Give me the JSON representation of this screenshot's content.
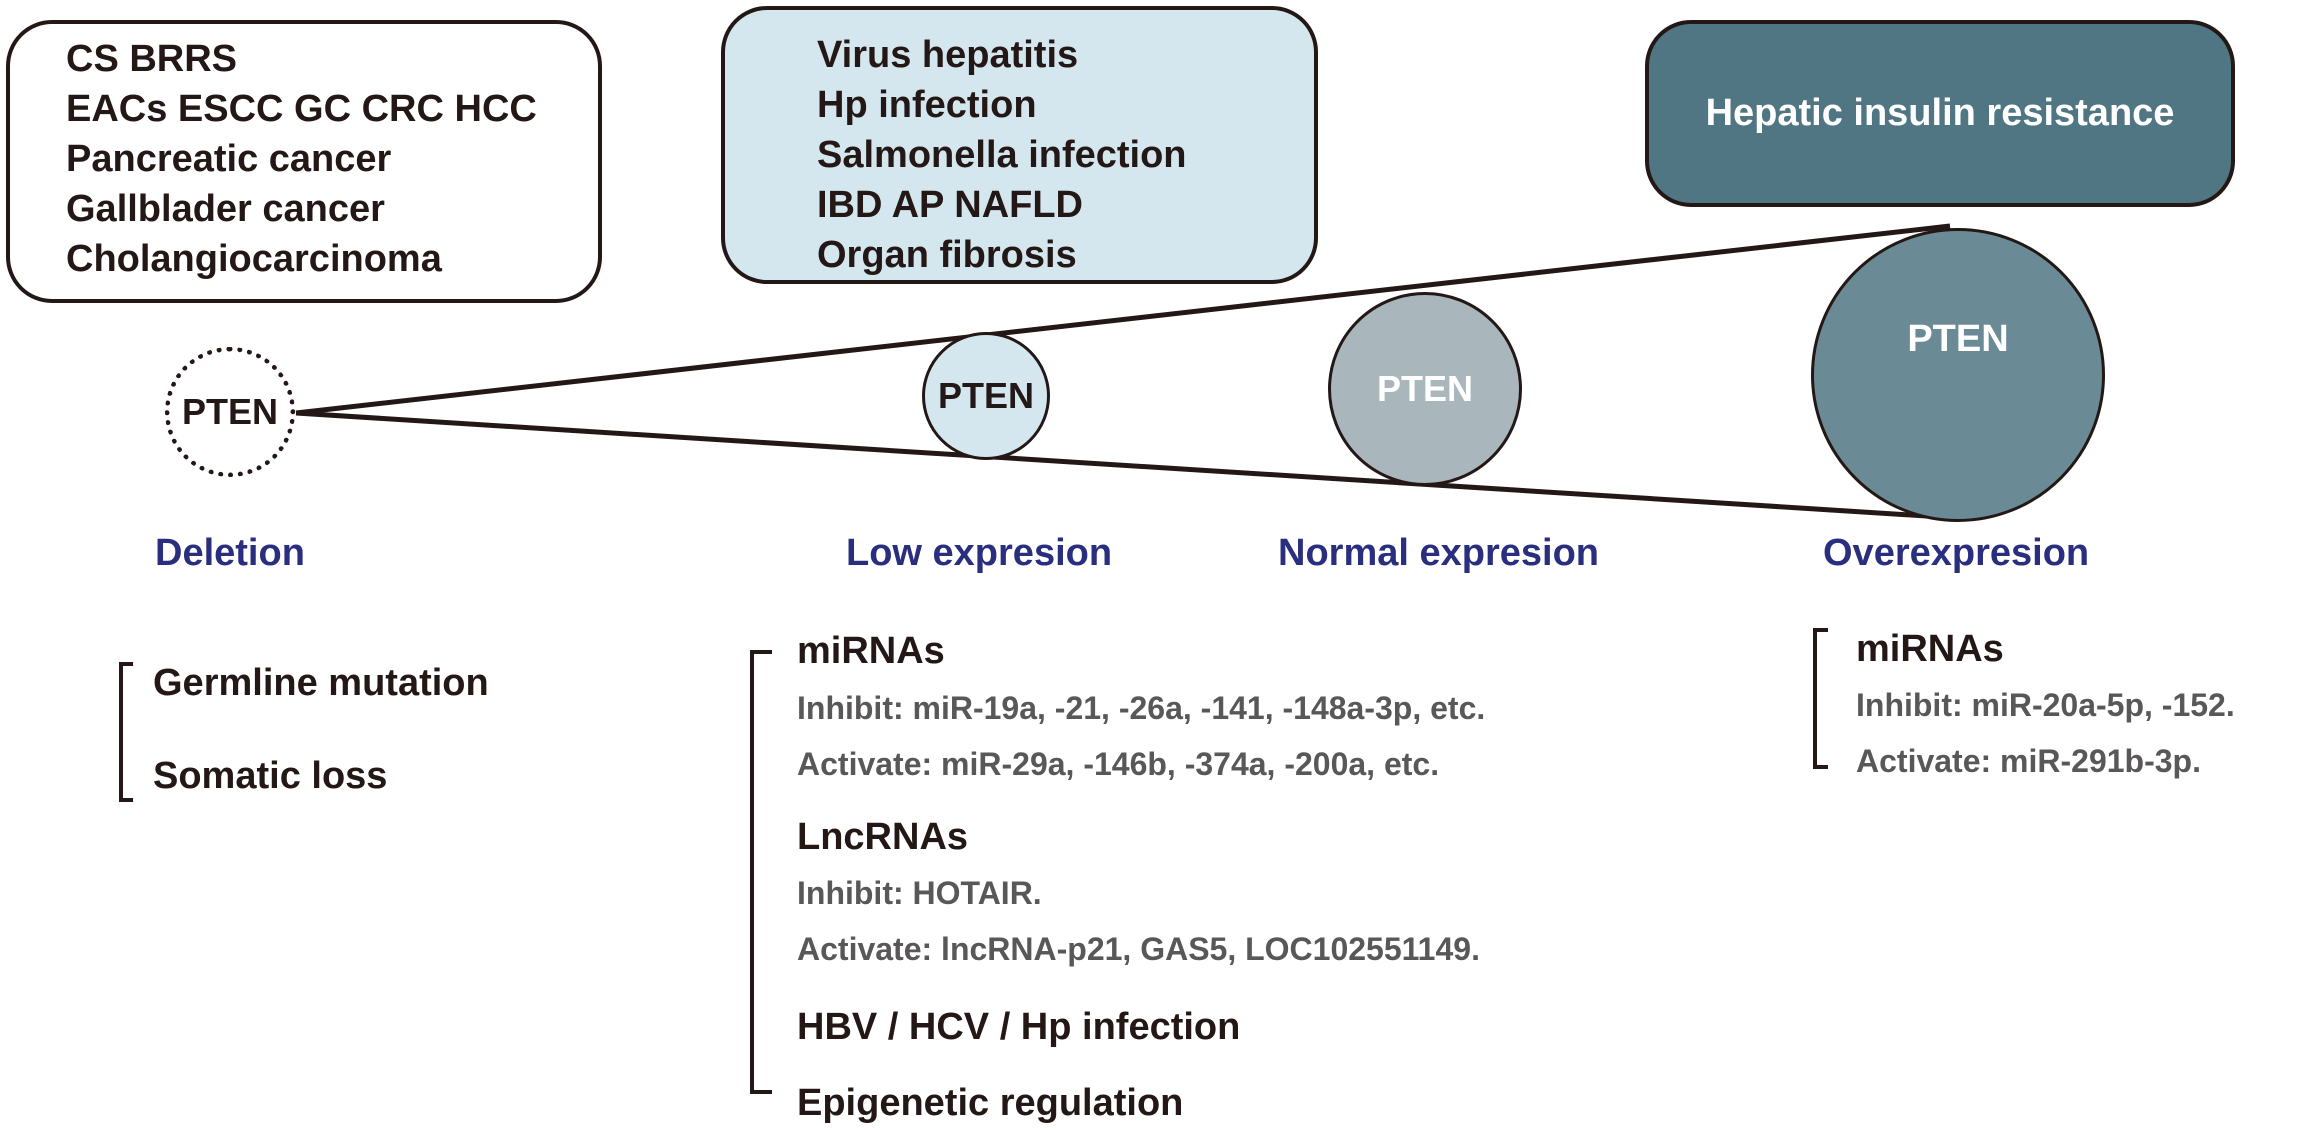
{
  "cancer_box": {
    "lines": [
      "CS BRRS",
      "EACs ESCC GC CRC HCC",
      "Pancreatic cancer",
      "Gallblader cancer",
      "Cholangiocarcinoma"
    ]
  },
  "disease_box": {
    "lines": [
      "Virus hepatitis",
      "Hp infection",
      "Salmonella infection",
      "IBD AP NAFLD",
      "Organ fibrosis"
    ],
    "fill": "#d4e6ee"
  },
  "insulin_box": {
    "label": "Hepatic insulin resistance",
    "fill": "#4f7682"
  },
  "pten_nodes": {
    "deletion": {
      "label": "PTEN"
    },
    "low": {
      "label": "PTEN",
      "fill": "#d4e6ee"
    },
    "normal": {
      "label": "PTEN",
      "fill": "#a9b6bc"
    },
    "over": {
      "label": "PTEN",
      "fill": "#6a8b96"
    }
  },
  "stages": {
    "deletion": "Deletion",
    "low": "Low expresion",
    "normal": "Normal expresion",
    "over": "Overexpresion",
    "color": "#2a2e7e"
  },
  "deletion_causes": [
    "Germline mutation",
    "Somatic loss"
  ],
  "low_regulators": {
    "mirnas": {
      "title": "miRNAs",
      "inhibit": "Inhibit: miR-19a, -21, -26a, -141, -148a-3p, etc.",
      "activate": "Activate: miR-29a, -146b, -374a, -200a, etc."
    },
    "lncrnas": {
      "title": "LncRNAs",
      "inhibit": "Inhibit: HOTAIR.",
      "activate": "Activate: lncRNA-p21, GAS5, LOC102551149."
    },
    "infection": "HBV / HCV / Hp infection",
    "epigenetic": "Epigenetic regulation"
  },
  "over_regulators": {
    "title": "miRNAs",
    "inhibit": "Inhibit: miR-20a-5p, -152.",
    "activate": "Activate: miR-291b-3p."
  }
}
